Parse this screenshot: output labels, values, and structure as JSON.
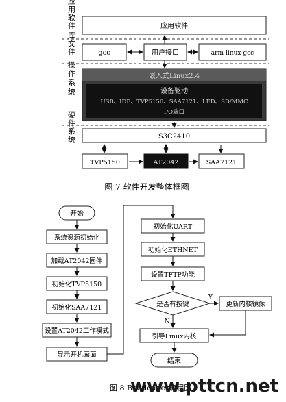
{
  "figure7": {
    "layers": {
      "app": "应用软件",
      "lib": "库文件",
      "os": "操作系统",
      "hw": "硬件系统"
    },
    "boxes": {
      "app_software": "应用软件",
      "gcc": "gcc",
      "user_interface": "用户接口",
      "arm_gcc": "arm-linux-gcc",
      "embedded_linux": "嵌入式Linux2.4",
      "device_driver": "设备驱动",
      "driver_list": "USB、IDE、TVP5150、SAA7121、LED、SD/MMC",
      "io_port": "I/O端口",
      "s3c2410": "S3C2410",
      "tvp5150": "TVP5150",
      "at2042": "AT2042",
      "saa7121": "SAA7121"
    },
    "caption": "图 7   软件开发整体框图"
  },
  "figure8": {
    "start": "开始",
    "steps_left": [
      "系统资源初始化",
      "加载AT2042固件",
      "初始化TVP5150",
      "初始化SAA7121",
      "设置AT2042工作模式",
      "显示开机画面"
    ],
    "init_uart": "初始化UART",
    "init_ethnet": "初始化ETHNET",
    "setup_tftp": "设置TFTP功能",
    "decision": "是否有按键",
    "yes": "Y",
    "no": "N",
    "update_kernel": "更新内核镜像",
    "boot_linux": "引导Linux内核",
    "end": "结束",
    "caption": "图 8   Bootloader流程图"
  },
  "watermark": "www.pttcn.net"
}
